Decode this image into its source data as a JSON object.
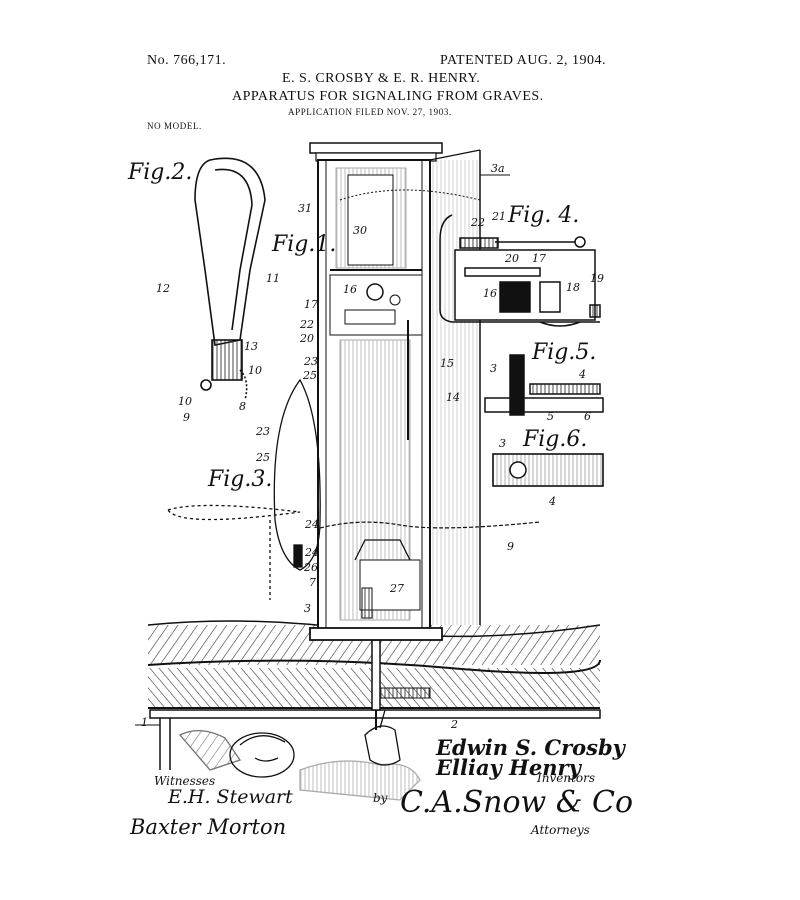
{
  "header": {
    "patent_no": "No. 766,171.",
    "patented": "PATENTED AUG. 2, 1904.",
    "inventors": "E. S. CROSBY & E. R. HENRY.",
    "title": "APPARATUS FOR SIGNALING FROM GRAVES.",
    "application": "APPLICATION FILED NOV. 27, 1903.",
    "model": "NO MODEL."
  },
  "figures": {
    "fig1": "Fig.1.",
    "fig2": "Fig.2.",
    "fig3": "Fig.3.",
    "fig4": "Fig. 4.",
    "fig5": "Fig.5.",
    "fig6": "Fig.6."
  },
  "reference_numerals": {
    "r3a": "3a",
    "r31": "31",
    "r30": "30",
    "r11": "11",
    "r12": "12",
    "r13": "13",
    "r10a": "10",
    "r10b": "10",
    "r8": "8",
    "r9a": "9",
    "r16": "16",
    "r17": "17",
    "r22": "22",
    "r20": "20",
    "r15": "15",
    "r14": "14",
    "r23": "23",
    "r25a": "25",
    "r23b": "23",
    "r25b": "25",
    "r24a": "24",
    "r24b": "24",
    "r26": "26",
    "r7": "7",
    "r27": "27",
    "r3b": "3",
    "r9b": "9",
    "r1": "1",
    "r2": "2",
    "f4_22": "22",
    "f4_21": "21",
    "f4_20": "20",
    "f4_17": "17",
    "f4_19": "19",
    "f4_16": "16",
    "f4_18": "18",
    "f5_3": "3",
    "f5_4": "4",
    "f5_5": "5",
    "f5_6": "6",
    "f6_3": "3",
    "f6_4": "4"
  },
  "signatures": {
    "inventor1": "Edwin S. Crosby",
    "inventor2": "Elliay Henry",
    "inventors_label": "Inventors",
    "witnesses_label": "Witnesses",
    "witness1": "E.H. Stewart",
    "witness2": "Baxter Morton",
    "by_label": "by",
    "attorney": "C.A.Snow & Co",
    "attorneys_label": "Attorneys"
  }
}
